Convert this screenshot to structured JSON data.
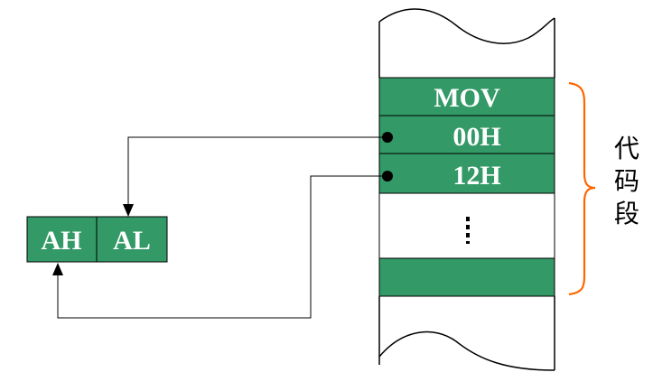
{
  "memory": {
    "cells": [
      {
        "label": "MOV",
        "filled": true
      },
      {
        "label": "00H",
        "filled": true
      },
      {
        "label": "12H",
        "filled": true
      },
      {
        "label": "",
        "filled": false,
        "ellipsis": true
      },
      {
        "label": "",
        "filled": true
      }
    ]
  },
  "registers": {
    "high": "AH",
    "low": "AL"
  },
  "segment_label": {
    "chars": [
      "代",
      "码",
      "段"
    ]
  },
  "colors": {
    "cell_fill": "#339966",
    "brace": "#ff6600",
    "line": "#000000"
  }
}
